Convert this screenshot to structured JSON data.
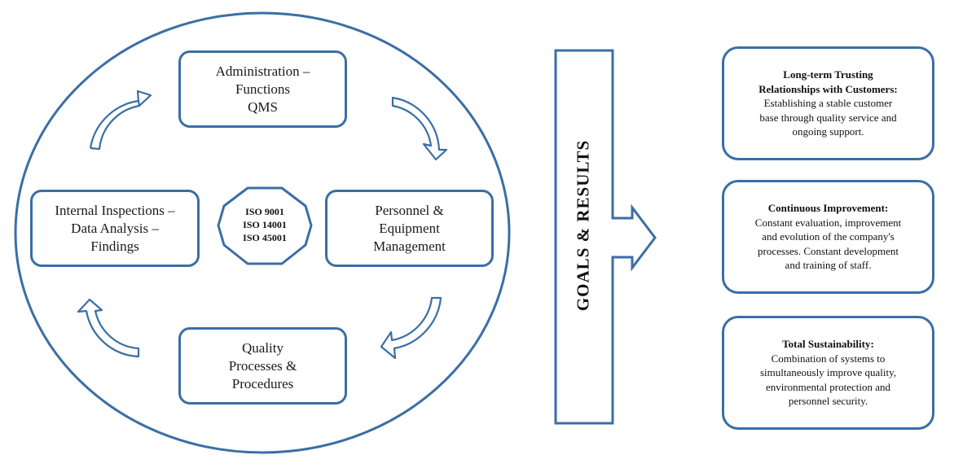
{
  "cycle": {
    "nodes": [
      {
        "id": "admin",
        "lines": [
          "Administration –",
          "Functions",
          "QMS"
        ]
      },
      {
        "id": "personnel",
        "lines": [
          "Personnel &",
          "Equipment",
          "Management"
        ]
      },
      {
        "id": "quality",
        "lines": [
          "Quality",
          "Processes &",
          "Procedures"
        ]
      },
      {
        "id": "internal",
        "lines": [
          "Internal Inspections –",
          "Data  Analysis –",
          "Findings"
        ]
      }
    ],
    "center": {
      "lines": [
        "ISO 9001",
        "ISO 14001",
        "ISO 45001"
      ]
    }
  },
  "goals": {
    "label": "GOALS & RESULTS"
  },
  "results": [
    {
      "title": [
        "Long-term Trusting",
        "Relationships with Customers:"
      ],
      "body": [
        "Establishing a stable customer",
        "base through quality service and",
        "ongoing support."
      ]
    },
    {
      "title": [
        "Continuous Improvement:"
      ],
      "body": [
        "Constant evaluation, improvement",
        "and evolution of the company's",
        "processes. Constant development",
        "and training of staff."
      ]
    },
    {
      "title": [
        "Total Sustainability:"
      ],
      "body": [
        "Combination of systems to",
        "simultaneously improve quality,",
        "environmental protection and",
        "personnel security."
      ]
    }
  ],
  "colors": {
    "accent": "#3b6ea5",
    "text": "#1a1a1a",
    "background": "#ffffff"
  }
}
